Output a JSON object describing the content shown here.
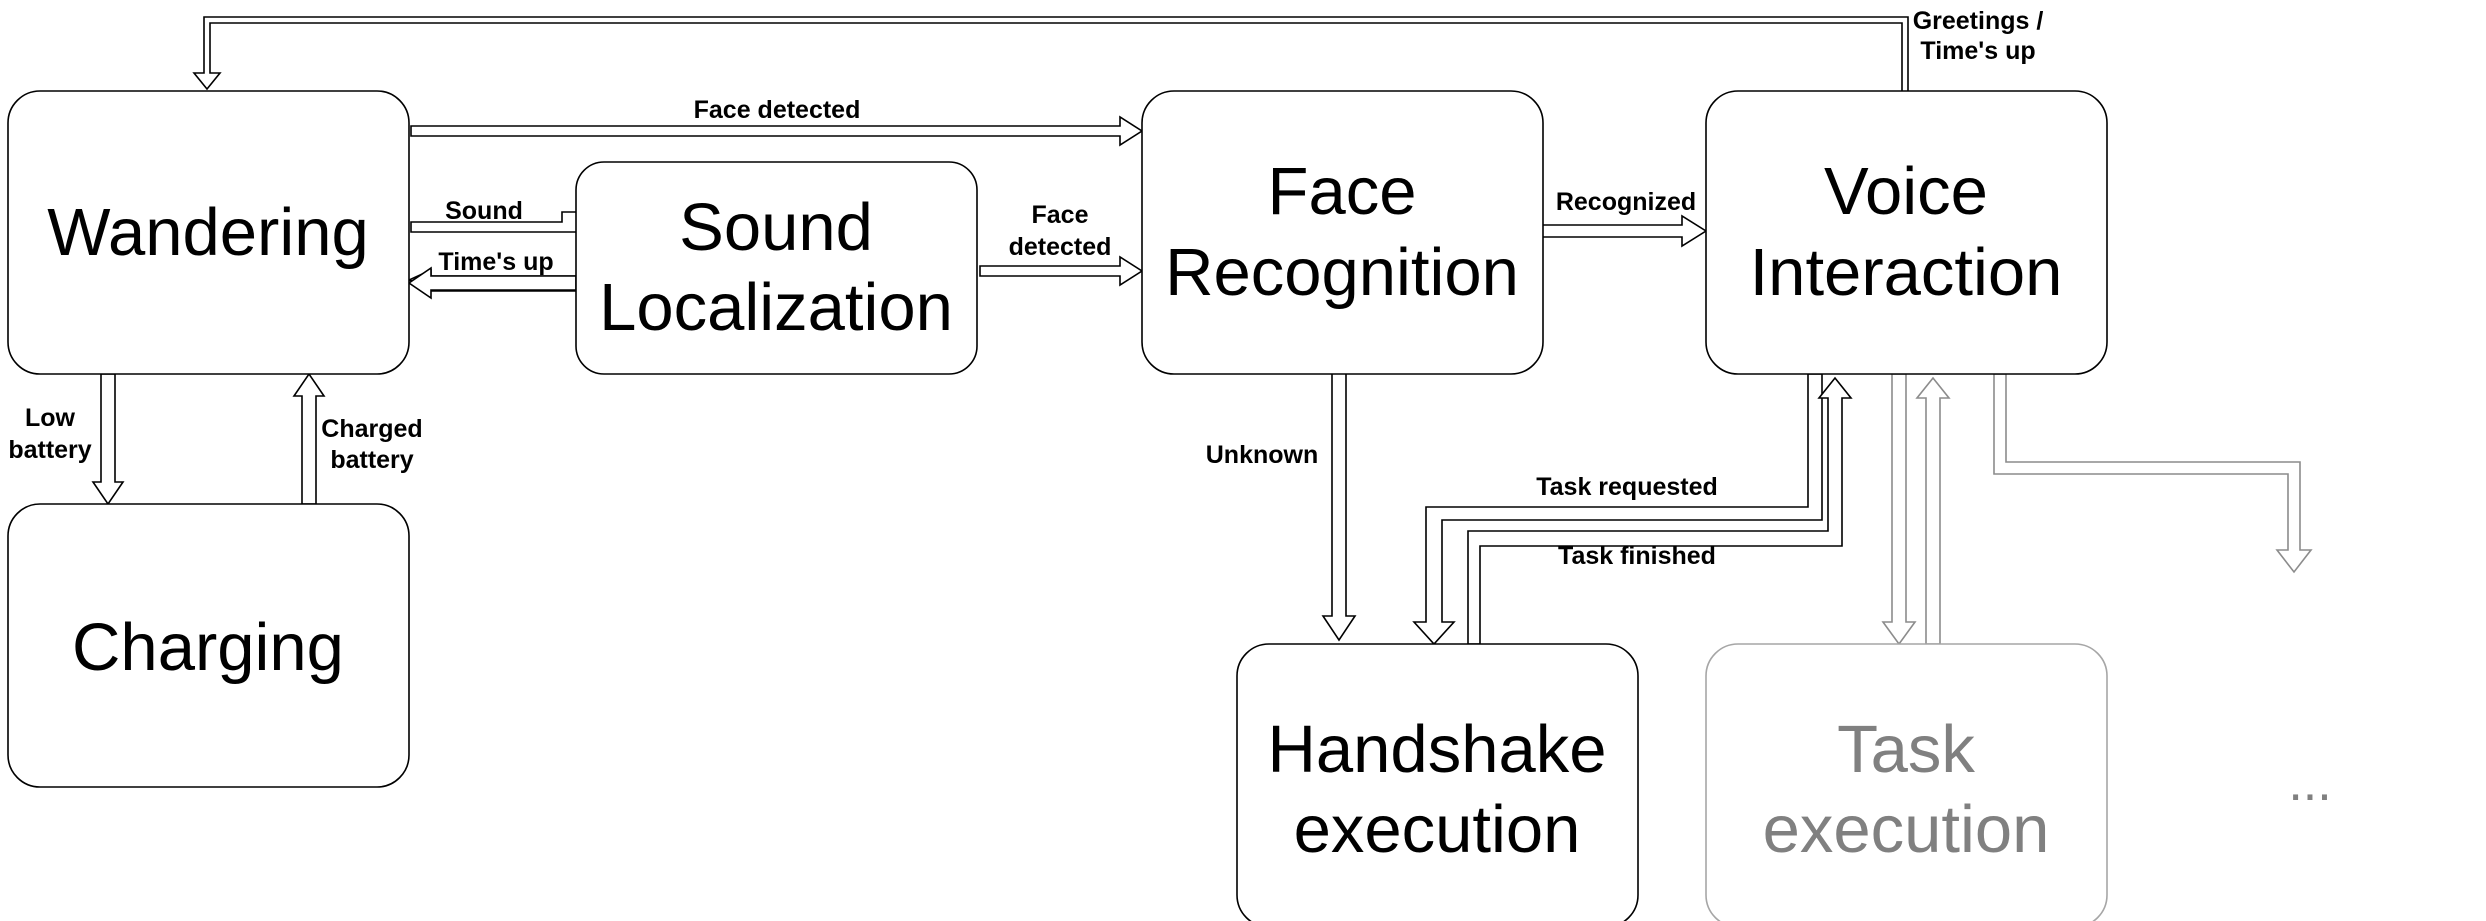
{
  "states": {
    "wandering": "Wandering",
    "charging": "Charging",
    "sound_localization": [
      "Sound",
      "Localization"
    ],
    "face_recognition": [
      "Face",
      "Recognition"
    ],
    "voice_interaction": [
      "Voice",
      "Interaction"
    ],
    "handshake_execution": [
      "Handshake",
      "execution"
    ],
    "task_execution": [
      "Task",
      "execution"
    ],
    "ellipsis": "..."
  },
  "transitions": {
    "greetings_times_up": [
      "Greetings /",
      "Time's up"
    ],
    "face_detected_top": "Face detected",
    "sound": "Sound",
    "times_up": "Time's up",
    "face_detected_sound": [
      "Face",
      "detected"
    ],
    "recognized": "Recognized",
    "low_battery": [
      "Low",
      "battery"
    ],
    "charged_battery": [
      "Charged",
      "battery"
    ],
    "unknown": "Unknown",
    "task_requested": "Task requested",
    "task_finished": "Task finished"
  },
  "colors": {
    "active_stroke": "#000000",
    "inactive_stroke": "#a6a6a6",
    "inactive_text": "#808080"
  }
}
